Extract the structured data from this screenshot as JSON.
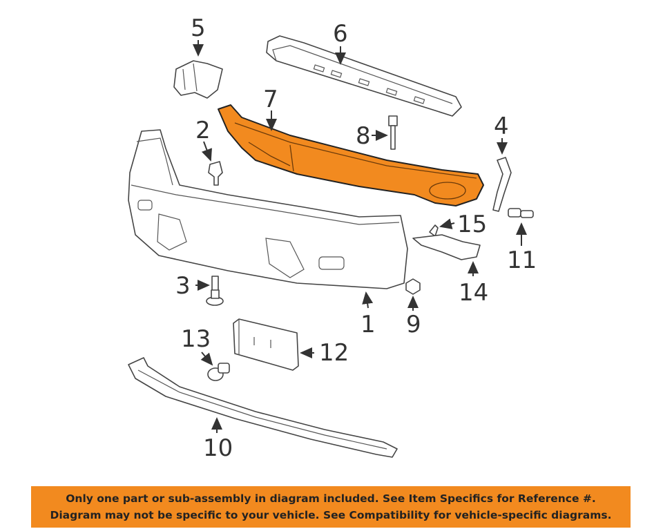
{
  "callouts": {
    "c1": "1",
    "c2": "2",
    "c3": "3",
    "c4": "4",
    "c5": "5",
    "c6": "6",
    "c7": "7",
    "c8": "8",
    "c9": "9",
    "c10": "10",
    "c11": "11",
    "c12": "12",
    "c13": "13",
    "c14": "14",
    "c15": "15"
  },
  "highlight_color": "#f28a1f",
  "banner": {
    "line1": "Only one part or sub-assembly in diagram included. See Item Specifics for Reference #.",
    "line2": "Diagram may not be specific to your vehicle. See Compatibility for vehicle-specific diagrams."
  }
}
